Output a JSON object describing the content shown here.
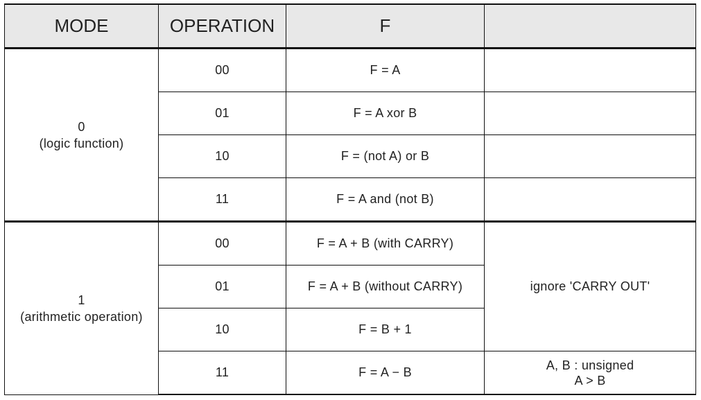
{
  "header": {
    "mode": "MODE",
    "operation": "OPERATION",
    "f": "F",
    "note": ""
  },
  "groups": [
    {
      "mode_value": "0",
      "mode_desc": "(logic function)",
      "rows": [
        {
          "op": "00",
          "f": "F = A"
        },
        {
          "op": "01",
          "f": "F = A xor B"
        },
        {
          "op": "10",
          "f": "F = (not A) or B"
        },
        {
          "op": "11",
          "f": "F = A and (not B)"
        }
      ]
    },
    {
      "mode_value": "1",
      "mode_desc": "(arithmetic operation)",
      "rows": [
        {
          "op": "00",
          "f": "F = A + B (with CARRY)"
        },
        {
          "op": "01",
          "f": "F = A + B (without CARRY)"
        },
        {
          "op": "10",
          "f": "F = B + 1"
        },
        {
          "op": "11",
          "f": "F = A − B"
        }
      ],
      "notes": {
        "carry": "ignore 'CARRY OUT'",
        "unsigned_line1": "A, B : unsigned",
        "unsigned_line2": "A > B"
      }
    }
  ]
}
